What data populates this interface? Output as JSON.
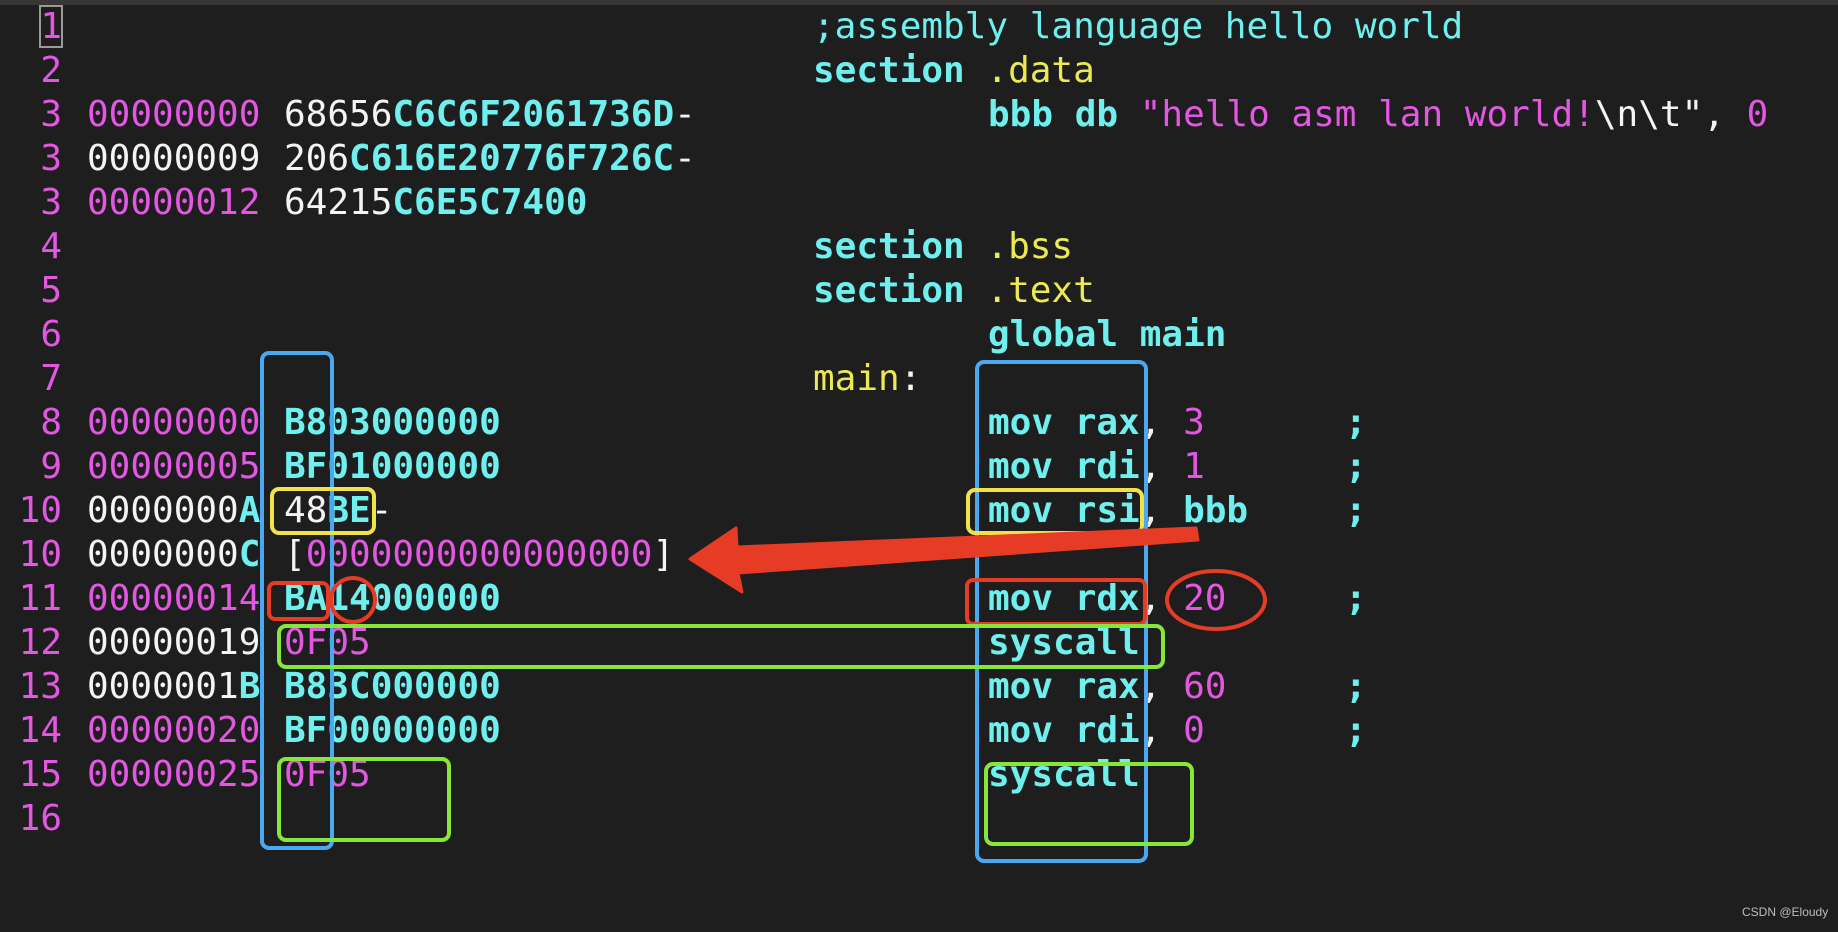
{
  "colors": {
    "background": "#1e1e1e",
    "magenta": "#e357e3",
    "cyan": "#6ff0ef",
    "white": "#f4f4f4",
    "yellow": "#ece954",
    "annotation_blue": "#4aa8f0",
    "annotation_yellow": "#f2e24a",
    "annotation_red": "#e63b25",
    "annotation_green": "#86e63c"
  },
  "rows": [
    {
      "ln": "1",
      "cursor": true,
      "R": [
        [
          ";assembly language hello world",
          "cn"
        ]
      ]
    },
    {
      "ln": "2",
      "R": [
        [
          "section",
          "c"
        ],
        [
          " .data",
          "y"
        ]
      ]
    },
    {
      "ln": "3",
      "addr": [
        [
          "00000000",
          "m"
        ]
      ],
      "hex": [
        [
          "68656",
          "w"
        ],
        [
          "C6C6F2061736D",
          "c"
        ],
        [
          "-",
          "w"
        ]
      ],
      "M": [
        [
          "bbb db ",
          "c"
        ],
        [
          "\"hello asm lan world!",
          "m"
        ],
        [
          "\\n\\t\"",
          "w"
        ],
        [
          ", ",
          "w"
        ],
        [
          "0",
          "m"
        ]
      ]
    },
    {
      "ln": "3",
      "addr": [
        [
          "00000009",
          "w"
        ]
      ],
      "hex": [
        [
          "206",
          "w"
        ],
        [
          "C616E20776F726C",
          "c"
        ],
        [
          "-",
          "w"
        ]
      ]
    },
    {
      "ln": "3",
      "addr": [
        [
          "00000012",
          "m"
        ]
      ],
      "hex": [
        [
          "64215",
          "w"
        ],
        [
          "C6E5C7400",
          "c"
        ]
      ]
    },
    {
      "ln": "4",
      "R": [
        [
          "section",
          "c"
        ],
        [
          " .bss",
          "y"
        ]
      ]
    },
    {
      "ln": "5",
      "R": [
        [
          "section",
          "c"
        ],
        [
          " .text",
          "y"
        ]
      ]
    },
    {
      "ln": "6",
      "M": [
        [
          "global main",
          "c"
        ]
      ]
    },
    {
      "ln": "7",
      "R": [
        [
          "main",
          "y"
        ],
        [
          ":",
          "w"
        ]
      ]
    },
    {
      "ln": "8",
      "addr": [
        [
          "00000000",
          "m"
        ]
      ],
      "hex": [
        [
          "B803000000",
          "c"
        ]
      ],
      "M": [
        [
          "mov rax",
          "c"
        ],
        [
          ", ",
          "w"
        ],
        [
          "3",
          "m"
        ]
      ],
      "C": [
        [
          ";",
          "c"
        ]
      ]
    },
    {
      "ln": "9",
      "addr": [
        [
          "00000005",
          "m"
        ]
      ],
      "hex": [
        [
          "BF01000000",
          "c"
        ]
      ],
      "M": [
        [
          "mov rdi",
          "c"
        ],
        [
          ", ",
          "w"
        ],
        [
          "1",
          "m"
        ]
      ],
      "C": [
        [
          ";",
          "c"
        ]
      ]
    },
    {
      "ln": "10",
      "addr": [
        [
          "0000000",
          "w"
        ],
        [
          "A",
          "c"
        ]
      ],
      "hex": [
        [
          "48",
          "w"
        ],
        [
          "BE",
          "c"
        ],
        [
          "-",
          "w"
        ]
      ],
      "M": [
        [
          "mov rsi",
          "c"
        ],
        [
          ", ",
          "w"
        ],
        [
          "bbb",
          "c"
        ]
      ],
      "C": [
        [
          ";",
          "c"
        ]
      ]
    },
    {
      "ln": "10",
      "addr": [
        [
          "0000000",
          "w"
        ],
        [
          "C",
          "c"
        ]
      ],
      "hex": [
        [
          "[",
          "w"
        ],
        [
          "0000000000000000",
          "m"
        ],
        [
          "]",
          "w"
        ]
      ]
    },
    {
      "ln": "11",
      "addr": [
        [
          "00000014",
          "m"
        ]
      ],
      "hex": [
        [
          "BA14000000",
          "c"
        ]
      ],
      "M": [
        [
          "mov rdx",
          "c"
        ],
        [
          ", ",
          "w"
        ],
        [
          "20",
          "m"
        ]
      ],
      "C": [
        [
          ";",
          "c"
        ]
      ]
    },
    {
      "ln": "12",
      "addr": [
        [
          "00000019",
          "w"
        ]
      ],
      "hex": [
        [
          "0F05",
          "m"
        ]
      ],
      "M": [
        [
          "syscall",
          "c"
        ]
      ]
    },
    {
      "ln": "13",
      "addr": [
        [
          "0000001",
          "w"
        ],
        [
          "B",
          "c"
        ]
      ],
      "hex": [
        [
          "B83C000000",
          "c"
        ]
      ],
      "M": [
        [
          "mov rax",
          "c"
        ],
        [
          ", ",
          "w"
        ],
        [
          "60",
          "m"
        ]
      ],
      "C": [
        [
          ";",
          "c"
        ]
      ]
    },
    {
      "ln": "14",
      "addr": [
        [
          "00000020",
          "m"
        ]
      ],
      "hex": [
        [
          "BF00000000",
          "c"
        ]
      ],
      "M": [
        [
          "mov rdi",
          "c"
        ],
        [
          ", ",
          "w"
        ],
        [
          "0",
          "m"
        ]
      ],
      "C": [
        [
          ";",
          "c"
        ]
      ]
    },
    {
      "ln": "15",
      "addr": [
        [
          "00000025",
          "m"
        ]
      ],
      "hex": [
        [
          "0F05",
          "m"
        ]
      ],
      "M": [
        [
          "syscall",
          "c"
        ]
      ]
    },
    {
      "ln": "16"
    }
  ],
  "watermark": "CSDN @Eloudy"
}
